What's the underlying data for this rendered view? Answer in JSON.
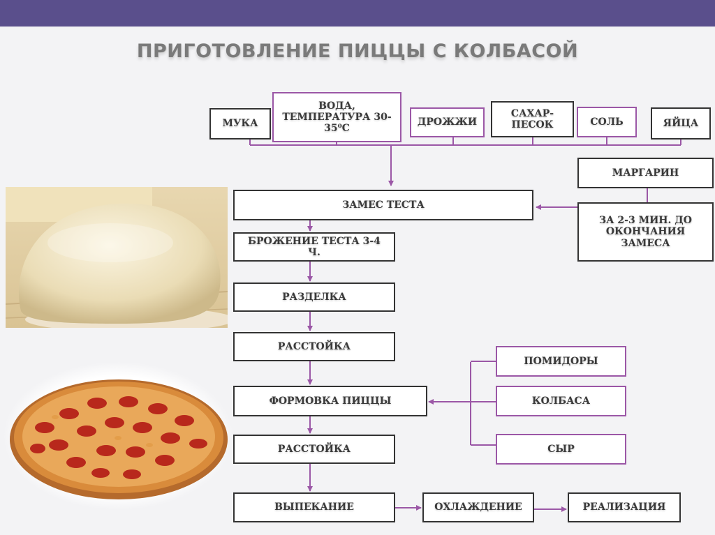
{
  "header": {
    "title": "ПРИГОТОВЛЕНИЕ ПИЦЦЫ С КОЛБАСОЙ"
  },
  "ingredients": {
    "flour": "МУКА",
    "water": "ВОДА, ТЕМПЕРАТУРА 30-35⁰С",
    "yeast": "ДРОЖЖИ",
    "sugar": "САХАР-ПЕСОК",
    "salt": "СОЛЬ",
    "eggs": "ЯЙЦА",
    "margarine": "МАРГАРИН",
    "margarine_note": "ЗА 2-3 МИН. ДО ОКОНЧАНИЯ ЗАМЕСА"
  },
  "steps": {
    "kneading": "ЗАМЕС ТЕСТА",
    "fermentation": "БРОЖЕНИЕ ТЕСТА 3-4 Ч.",
    "cutting": "РАЗДЕЛКА",
    "proofing_1": "РАССТОЙКА",
    "forming": "ФОРМОВКА ПИЦЦЫ",
    "proofing_2": "РАССТОЙКА",
    "baking": "ВЫПЕКАНИЕ",
    "cooling": "ОХЛАЖДЕНИЕ",
    "sale": "РЕАЛИЗАЦИЯ"
  },
  "toppings": {
    "tomatoes": "ПОМИДОРЫ",
    "sausage": "КОЛБАСА",
    "cheese": "СЫР"
  },
  "colors": {
    "header_bar": "#5a4f8c",
    "accent_purple": "#9b57a6",
    "dark_border": "#333333"
  }
}
